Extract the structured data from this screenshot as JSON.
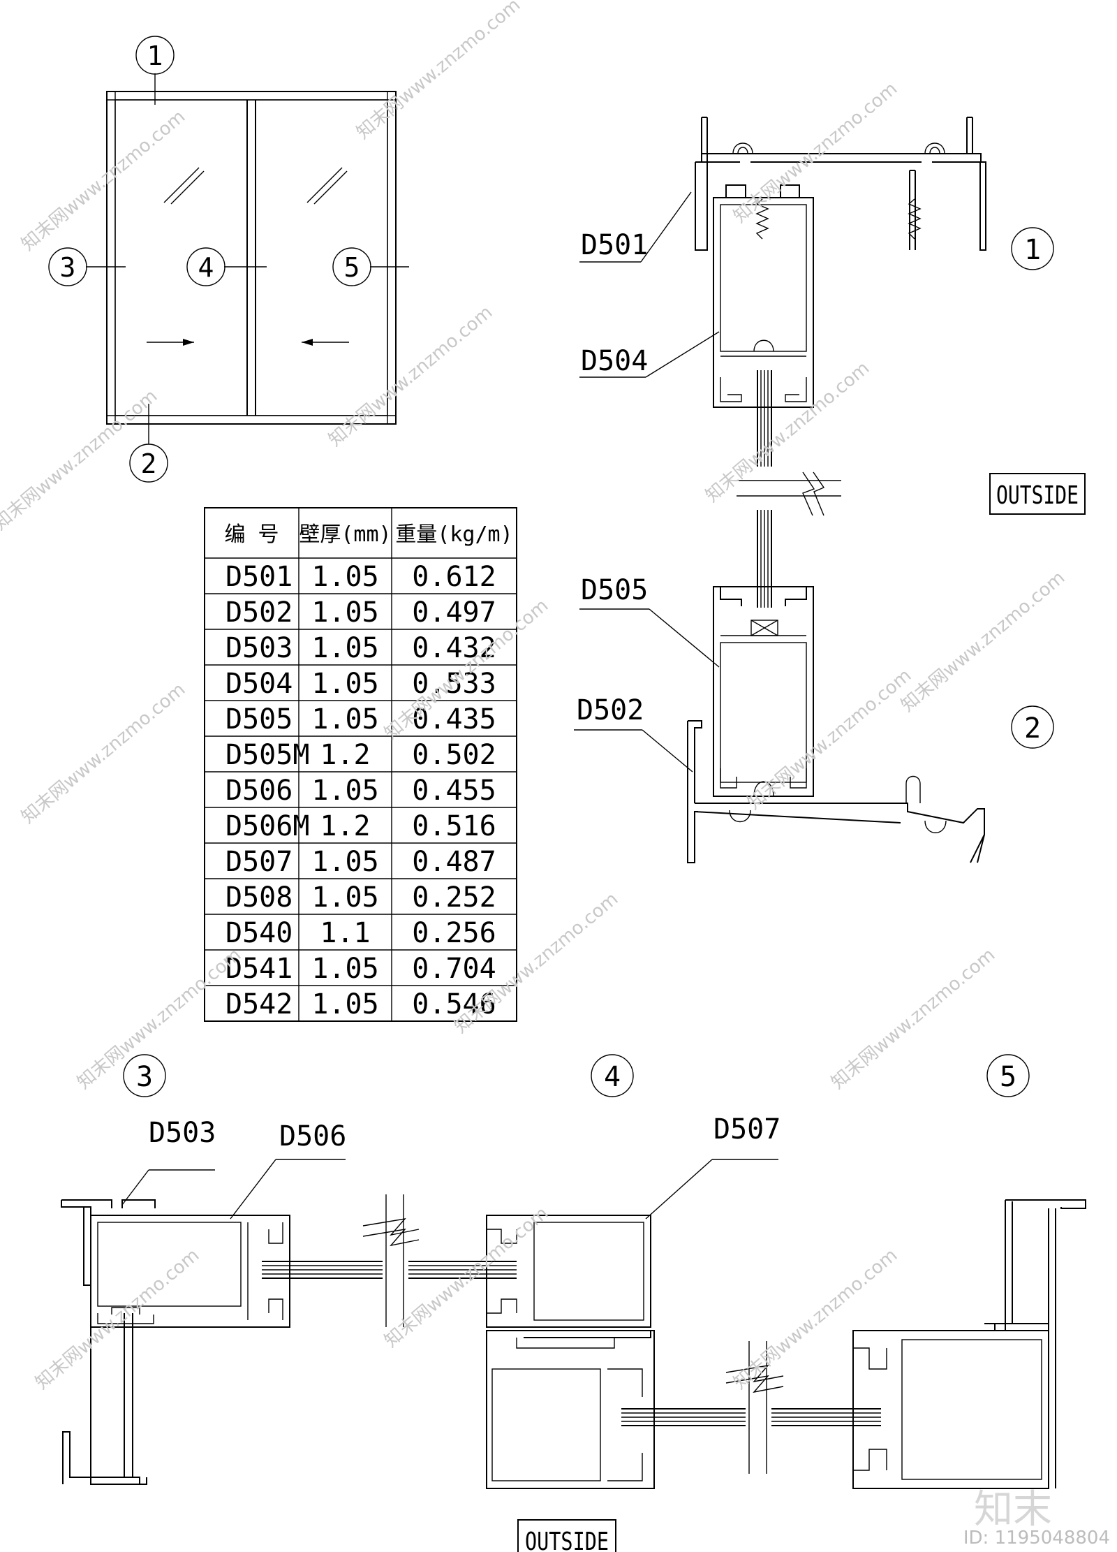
{
  "callouts": {
    "c1": "1",
    "c2": "2",
    "c3": "3",
    "c4": "4",
    "c5": "5"
  },
  "profile_labels": {
    "d501": "D501",
    "d504": "D504",
    "d505": "D505",
    "d502": "D502",
    "d503": "D503",
    "d506": "D506",
    "d507": "D507"
  },
  "outside_label": "OUTSIDE",
  "table": {
    "headers": [
      "编 号",
      "壁厚(mm)",
      "重量(kg/m)"
    ],
    "rows": [
      [
        "D501",
        "1.05",
        "0.612"
      ],
      [
        "D502",
        "1.05",
        "0.497"
      ],
      [
        "D503",
        "1.05",
        "0.432"
      ],
      [
        "D504",
        "1.05",
        "0.533"
      ],
      [
        "D505",
        "1.05",
        "0.435"
      ],
      [
        "D505M",
        "1.2",
        "0.502"
      ],
      [
        "D506",
        "1.05",
        "0.455"
      ],
      [
        "D506M",
        "1.2",
        "0.516"
      ],
      [
        "D507",
        "1.05",
        "0.487"
      ],
      [
        "D508",
        "1.05",
        "0.252"
      ],
      [
        "D540",
        "1.1",
        "0.256"
      ],
      [
        "D541",
        "1.05",
        "0.704"
      ],
      [
        "D542",
        "1.05",
        "0.546"
      ]
    ]
  },
  "watermark": {
    "text": "知末网www.znzmo.com",
    "logo": "知末",
    "id": "ID: 1195048804"
  }
}
